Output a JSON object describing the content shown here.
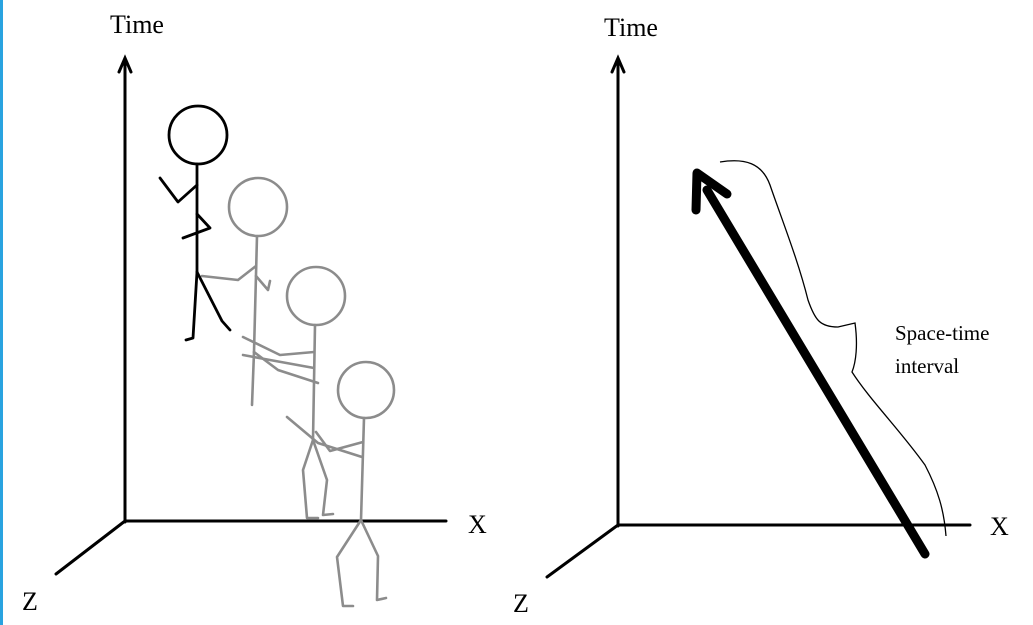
{
  "colors": {
    "ink": "#000000",
    "ghost": "#8c8c8c",
    "left_rule": "#29a3e0",
    "background": "#ffffff"
  },
  "left_panel": {
    "y_axis_label": "Time",
    "x_axis_label": "X",
    "z_axis_label": "Z"
  },
  "right_panel": {
    "y_axis_label": "Time",
    "x_axis_label": "X",
    "z_axis_label": "Z",
    "annotation_line1": "Space-time",
    "annotation_line2": "interval"
  }
}
